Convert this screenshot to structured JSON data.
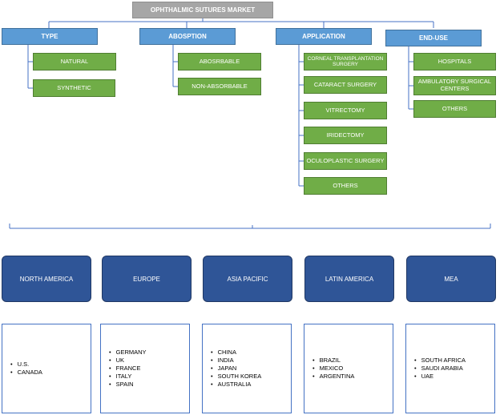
{
  "title": "OPHTHALMIC SUTURES MARKET",
  "categories": [
    {
      "label": "TYPE",
      "items": [
        "NATURAL",
        "SYNTHETIC"
      ]
    },
    {
      "label": "ABOSPTION",
      "items": [
        "ABOSRBABLE",
        "NON-ABSORBABLE"
      ]
    },
    {
      "label": "APPLICATION",
      "items": [
        "CORNEAL TRANSPLANTATION SURGERY",
        "CATARACT SURGERY",
        "VITRECTOMY",
        "IRIDECTOMY",
        "OCULOPLASTIC SURGERY",
        "OTHERS"
      ]
    },
    {
      "label": "END-USE",
      "items": [
        "HOSPITALS",
        "AMBULATORY SURGICAL CENTERS",
        "OTHERS"
      ]
    }
  ],
  "regions": [
    {
      "label": "NORTH AMERICA",
      "countries": [
        "U.S.",
        "CANADA"
      ]
    },
    {
      "label": "EUROPE",
      "countries": [
        "GERMANY",
        "UK",
        "FRANCE",
        "ITALY",
        "SPAIN"
      ]
    },
    {
      "label": "ASIA PACIFIC",
      "countries": [
        "CHINA",
        "INDIA",
        "JAPAN",
        "SOUTH KOREA",
        "AUSTRALIA"
      ]
    },
    {
      "label": "LATIN AMERICA",
      "countries": [
        "BRAZIL",
        "MEXICO",
        "ARGENTINA"
      ]
    },
    {
      "label": "MEA",
      "countries": [
        "SOUTH AFRICA",
        "SAUDI ARABIA",
        "UAE"
      ]
    }
  ],
  "colors": {
    "root": "#a6a6a6",
    "category": "#5b9bd5",
    "leaf": "#70ad47",
    "region": "#2f5597",
    "border": "#4472c4"
  }
}
